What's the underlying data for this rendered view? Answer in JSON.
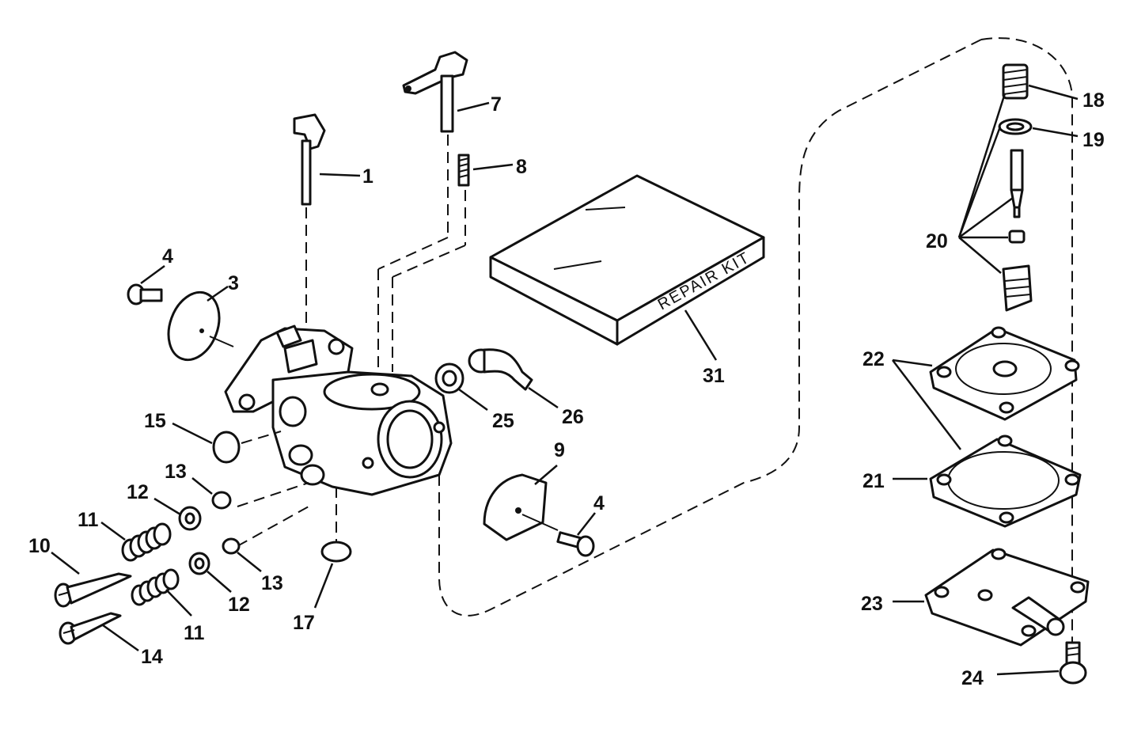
{
  "labels": {
    "p1": "1",
    "p3": "3",
    "p4a": "4",
    "p4b": "4",
    "p7": "7",
    "p8": "8",
    "p9": "9",
    "p10": "10",
    "p11a": "11",
    "p11b": "11",
    "p12a": "12",
    "p12b": "12",
    "p13a": "13",
    "p13b": "13",
    "p14": "14",
    "p15": "15",
    "p17": "17",
    "p18": "18",
    "p19": "19",
    "p20": "20",
    "p21": "21",
    "p22": "22",
    "p23": "23",
    "p24": "24",
    "p25": "25",
    "p26": "26",
    "p31": "31"
  },
  "repair_kit_text": "REPAIR KIT"
}
